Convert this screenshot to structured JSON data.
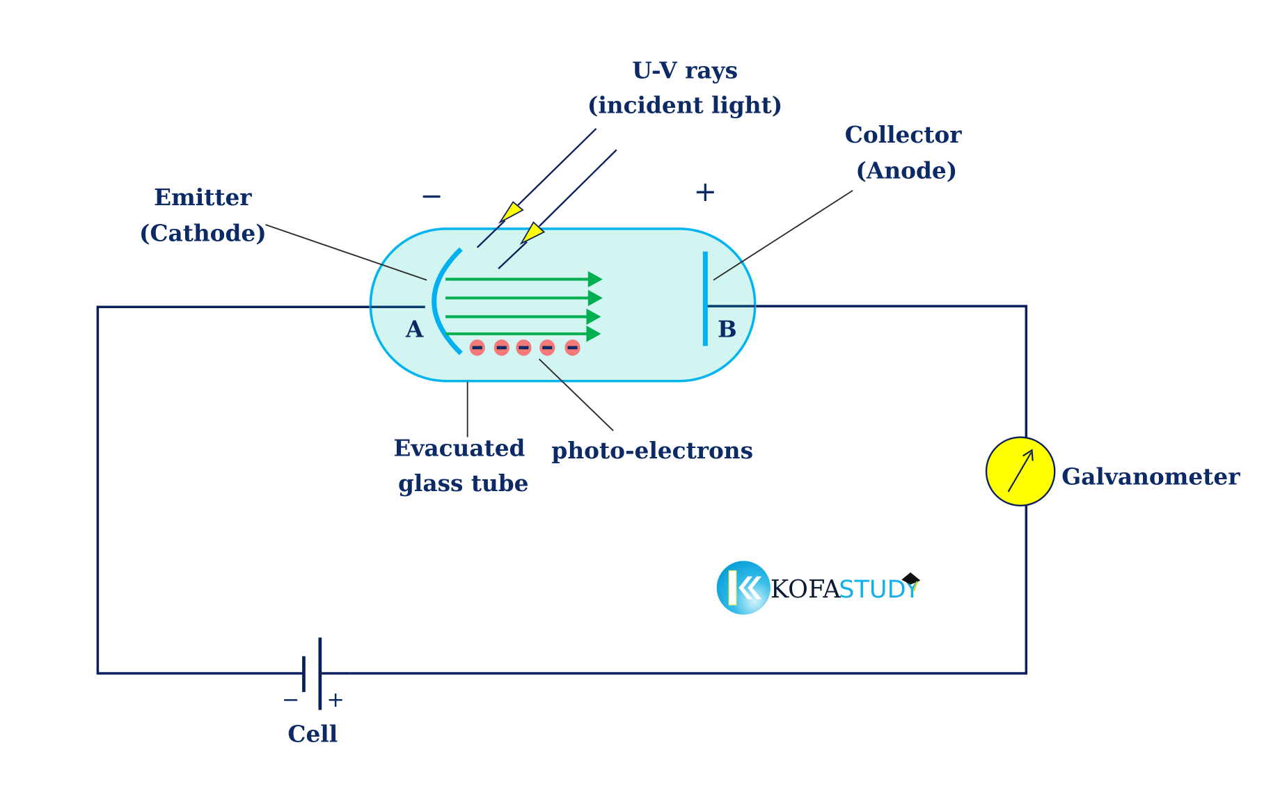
{
  "labels": {
    "uv_line1": "U-V rays",
    "uv_line2": "(incident light)",
    "emitter_line1": "Emitter",
    "emitter_line2": "(Cathode)",
    "collector_line1": "Collector",
    "collector_line2": "(Anode)",
    "cathode_sign": "−",
    "anode_sign": "+",
    "terminal_a": "A",
    "terminal_b": "B",
    "tube_line1": "Evacuated",
    "tube_line2": "glass tube",
    "photoelectrons": "photo-electrons",
    "galvanometer": "Galvanometer",
    "cell": "Cell",
    "cell_minus": "−",
    "cell_plus": "+"
  },
  "logo": {
    "part1": "KOFA",
    "part2": "STUDY"
  },
  "colors": {
    "wire": "#0a1f5c",
    "tube_fill": "#d2f5f2",
    "tube_stroke": "#00b4f0",
    "electron_flow": "#00b050",
    "electron": "#f47a7a",
    "uv_arrow": "#ffff00",
    "galvanometer": "#ffff00",
    "text": "#0b2a66"
  },
  "electron_count": 5,
  "flow_arrow_count": 4
}
